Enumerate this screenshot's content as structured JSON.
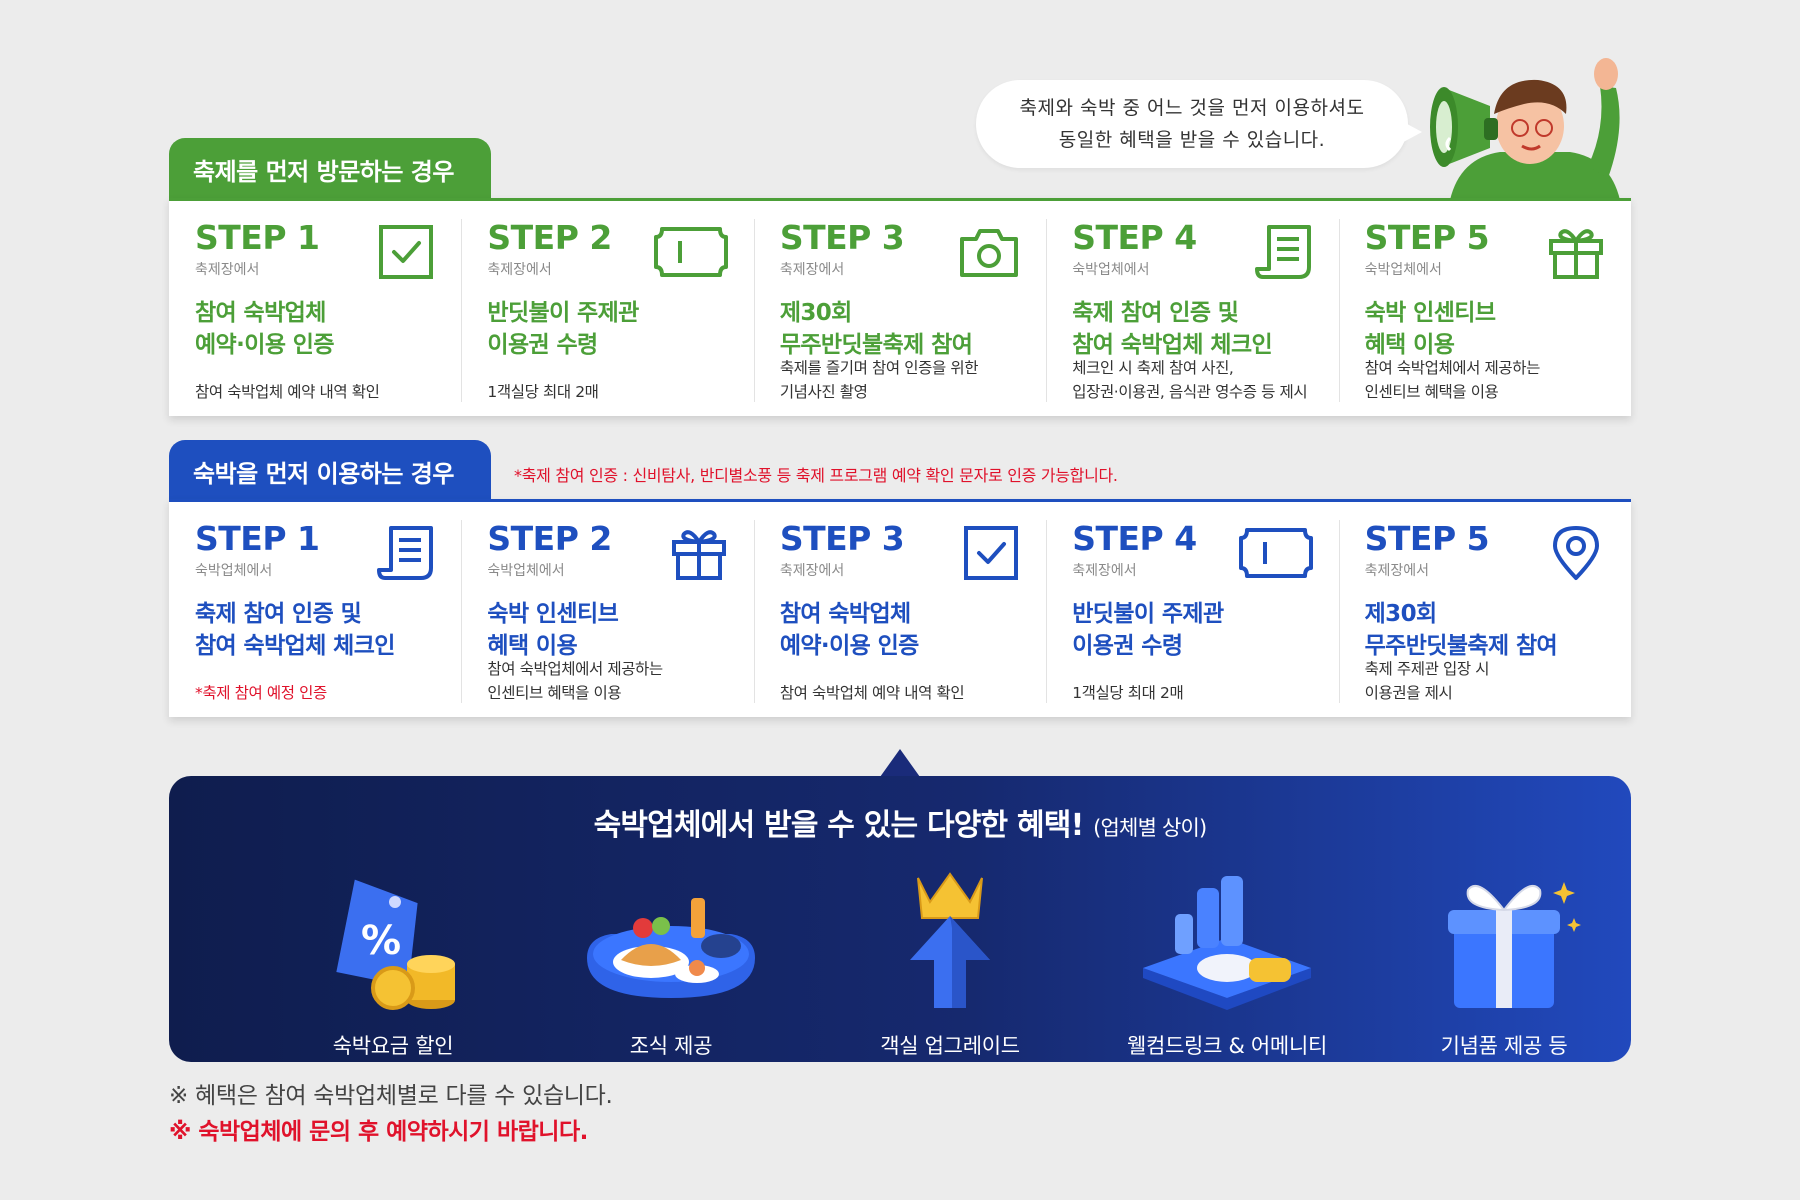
{
  "bubble": {
    "line1": "축제와 숙박 중 어느 것을 먼저 이용하셔도",
    "line2": "동일한 혜택을 받을 수 있습니다."
  },
  "colors": {
    "green": "#4c9f38",
    "blue": "#1e4fbf",
    "red": "#e0122b",
    "navy": "#16296f"
  },
  "section1": {
    "tab": "축제를 먼저 방문하는 경우",
    "steps": [
      {
        "title": "STEP 1",
        "sub": "축제장에서",
        "head1": "참여 숙박업체",
        "head2": "예약·이용 인증",
        "desc1": "",
        "desc2": "참여 숙박업체 예약 내역 확인",
        "icon": "check-box-icon"
      },
      {
        "title": "STEP 2",
        "sub": "축제장에서",
        "head1": "반딧불이 주제관",
        "head2": "이용권 수령",
        "desc1": "",
        "desc2": "1객실당 최대 2매",
        "icon": "ticket-icon"
      },
      {
        "title": "STEP 3",
        "sub": "축제장에서",
        "head1": "제30회",
        "head2": "무주반딧불축제 참여",
        "desc1": "축제를 즐기며 참여 인증을 위한",
        "desc2": "기념사진 촬영",
        "icon": "camera-icon"
      },
      {
        "title": "STEP 4",
        "sub": "숙박업체에서",
        "head1": "축제 참여 인증 및",
        "head2": "참여 숙박업체 체크인",
        "desc1": "체크인 시 축제 참여 사진,",
        "desc2": "입장권·이용권, 음식관 영수증 등 제시",
        "icon": "receipt-icon"
      },
      {
        "title": "STEP 5",
        "sub": "숙박업체에서",
        "head1": "숙박 인센티브",
        "head2": "혜택 이용",
        "desc1": "참여 숙박업체에서 제공하는",
        "desc2": "인센티브 혜택을 이용",
        "icon": "gift-icon"
      }
    ]
  },
  "section2": {
    "tab": "숙박을 먼저 이용하는 경우",
    "note": "*축제 참여 인증 : 신비탐사, 반디별소풍 등 축제 프로그램 예약 확인 문자로 인증 가능합니다.",
    "steps": [
      {
        "title": "STEP 1",
        "sub": "숙박업체에서",
        "head1": "축제 참여 인증 및",
        "head2": "참여 숙박업체 체크인",
        "desc1": "",
        "desc2": "*축제 참여 예정 인증",
        "icon": "receipt-icon"
      },
      {
        "title": "STEP 2",
        "sub": "숙박업체에서",
        "head1": "숙박 인센티브",
        "head2": "혜택 이용",
        "desc1": "참여 숙박업체에서 제공하는",
        "desc2": "인센티브 혜택을 이용",
        "icon": "gift-icon"
      },
      {
        "title": "STEP 3",
        "sub": "축제장에서",
        "head1": "참여 숙박업체",
        "head2": "예약·이용 인증",
        "desc1": "",
        "desc2": "참여 숙박업체 예약 내역 확인",
        "icon": "check-box-icon"
      },
      {
        "title": "STEP 4",
        "sub": "축제장에서",
        "head1": "반딧불이 주제관",
        "head2": "이용권 수령",
        "desc1": "",
        "desc2": "1객실당 최대 2매",
        "icon": "ticket-icon"
      },
      {
        "title": "STEP 5",
        "sub": "축제장에서",
        "head1": "제30회",
        "head2": "무주반딧불축제 참여",
        "desc1": "축제 주제관 입장 시",
        "desc2": "이용권을 제시",
        "icon": "location-pin-icon"
      }
    ]
  },
  "benefits": {
    "title": "숙박업체에서 받을 수 있는 다양한 혜택!",
    "title_small": "(업체별 상이)",
    "items": [
      {
        "label": "숙박요금 할인",
        "icon": "discount-tag-icon"
      },
      {
        "label": "조식 제공",
        "icon": "breakfast-tray-icon"
      },
      {
        "label": "객실 업그레이드",
        "icon": "crown-arrow-icon"
      },
      {
        "label": "웰컴드링크 & 어메니티",
        "icon": "amenity-tray-icon"
      },
      {
        "label": "기념품 제공 등",
        "icon": "gift-box-icon"
      }
    ]
  },
  "footer": {
    "note1": "※ 혜택은 참여 숙박업체별로 다를 수 있습니다.",
    "note2": "※ 숙박업체에 문의 후 예약하시기 바랍니다."
  }
}
